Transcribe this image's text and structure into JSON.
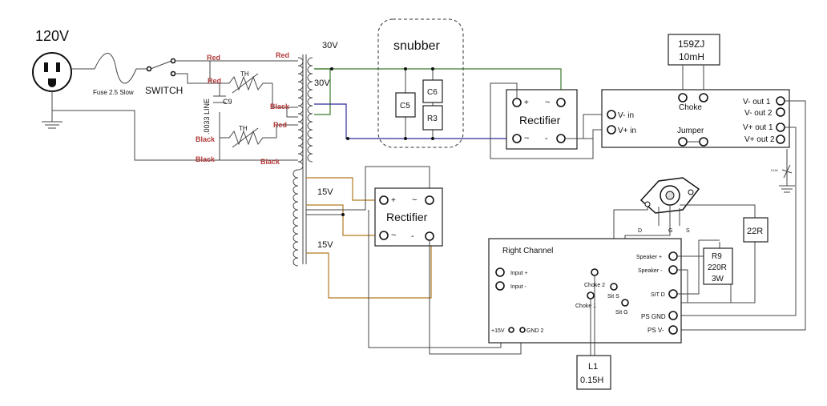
{
  "source": {
    "voltage": "120V",
    "fuse": "Fuse 2.5 Slow",
    "switch": "SWITCH"
  },
  "primary": {
    "cap_label": "C9",
    "cap_rating": ".0033 LINE",
    "th_top": "TH",
    "th_bottom": "TH",
    "red1": "Red",
    "red2": "Red",
    "red3": "Red",
    "red4": "Red",
    "black1": "Black",
    "black2": "Black",
    "black3": "Black",
    "black4": "Black"
  },
  "transformer": {
    "sec_30v_top": "30V",
    "sec_30v": "30V",
    "sec_15v_top": "15V",
    "sec_15v_bottom": "15V"
  },
  "snubber": {
    "title": "snubber",
    "c5": "C5",
    "c6": "C6",
    "r3": "R3"
  },
  "rectifier1": {
    "title": "Rectifier",
    "plus": "+",
    "ac1": "~",
    "ac2": "~",
    "minus": "-"
  },
  "rectifier2": {
    "title": "Rectifier",
    "plus": "+",
    "ac1": "~",
    "ac2": "~",
    "minus": "-"
  },
  "choke_159": {
    "part": "159ZJ",
    "value": "10mH"
  },
  "psu_board": {
    "v_minus_in": "V- in",
    "v_plus_in": "V+ in",
    "choke": "Choke",
    "jumper": "Jumper",
    "vm_out1": "V- out 1",
    "vm_out2": "V- out 2",
    "vp_out1": "V+ out 1",
    "vp_out2": "V+ out 2"
  },
  "ground_label": "CLM",
  "mosfet": {
    "d": "D",
    "g": "G",
    "s": "S"
  },
  "r22": "22R",
  "r9": {
    "name": "R9",
    "value": "220R",
    "power": "3W"
  },
  "right_channel": {
    "title": "Right Channel",
    "input_plus": "Input +",
    "input_minus": "Input -",
    "choke2": "Choke 2",
    "choke1": "Choke 1",
    "sit_s": "Sit S",
    "sit_g": "Sit G",
    "speaker_plus": "Speaker +",
    "speaker_minus": "Speaker -",
    "sit_d": "SIT D",
    "ps_gnd": "PS GND",
    "ps_vminus": "PS V-",
    "plus15": "+15V",
    "gnd2": "GND 2"
  },
  "l1": {
    "name": "L1",
    "value": "0.15H"
  }
}
